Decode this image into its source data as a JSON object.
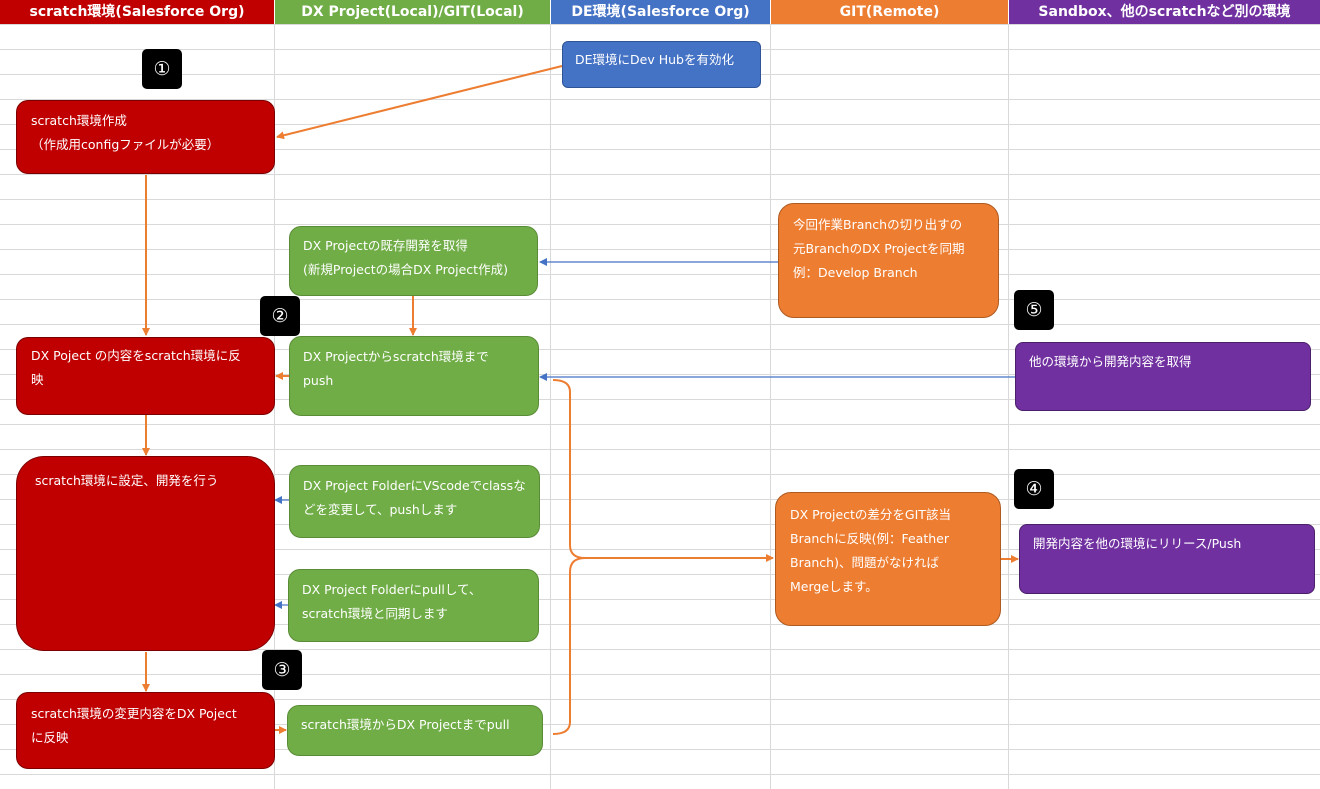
{
  "colors": {
    "red": "#c00000",
    "green": "#70ad47",
    "blue": "#4472c4",
    "orange": "#ed7d31",
    "purple": "#7030a0",
    "arrow_orange": "#ed7d31",
    "arrow_blue": "#4472c4"
  },
  "lanes": [
    {
      "label": "scratch環境(Salesforce Org)",
      "color": "#c00000"
    },
    {
      "label": "DX Project(Local)/GIT(Local)",
      "color": "#70ad47"
    },
    {
      "label": "DE環境(Salesforce Org)",
      "color": "#4472c4"
    },
    {
      "label": "GIT(Remote)",
      "color": "#ed7d31"
    },
    {
      "label": "Sandbox、他のscratchなど別の環境",
      "color": "#7030a0"
    }
  ],
  "markers": [
    "①",
    "②",
    "③",
    "④",
    "⑤"
  ],
  "boxes": {
    "scratch_create": {
      "line1": "scratch環境作成",
      "line2": "（作成用configファイルが必要）"
    },
    "reflect_dx": {
      "line1": "DX Poject の内容をscratch環境に反",
      "line2": "映"
    },
    "develop": {
      "line1": "scratch環境に設定、開発を行う"
    },
    "reflect_changes": {
      "line1": "scratch環境の変更内容をDX Poject",
      "line2": "に反映"
    },
    "get_project": {
      "line1": "DX Projectの既存開発を取得",
      "line2": "(新規Projectの場合DX Project作成)"
    },
    "push_project": {
      "line1": "DX Projectからscratch環境まで",
      "line2": "push"
    },
    "vscode_push": {
      "line1": "DX Project FolderにVScodeでclassな",
      "line2": "どを変更して、pushします"
    },
    "folder_pull": {
      "line1": "DX Project Folderにpullして、",
      "line2": "scratch環境と同期します"
    },
    "pull_project": {
      "line1": "scratch環境からDX Projectまでpull"
    },
    "dev_hub": {
      "line1": "DE環境にDev Hubを有効化"
    },
    "sync_branch": {
      "line1": "今回作業Branchの切り出すの",
      "line2": "元BranchのDX Projectを同期",
      "line3": "例：Develop Branch"
    },
    "merge": {
      "line1": "DX Projectの差分をGIT該当",
      "line2": "Branchに反映(例：Feather",
      "line3": "Branch)、問題がなければ",
      "line4": "Mergeします。"
    },
    "get_other": {
      "line1": "他の環境から開発内容を取得"
    },
    "release": {
      "line1": "開発内容を他の環境にリリース/Push"
    }
  }
}
